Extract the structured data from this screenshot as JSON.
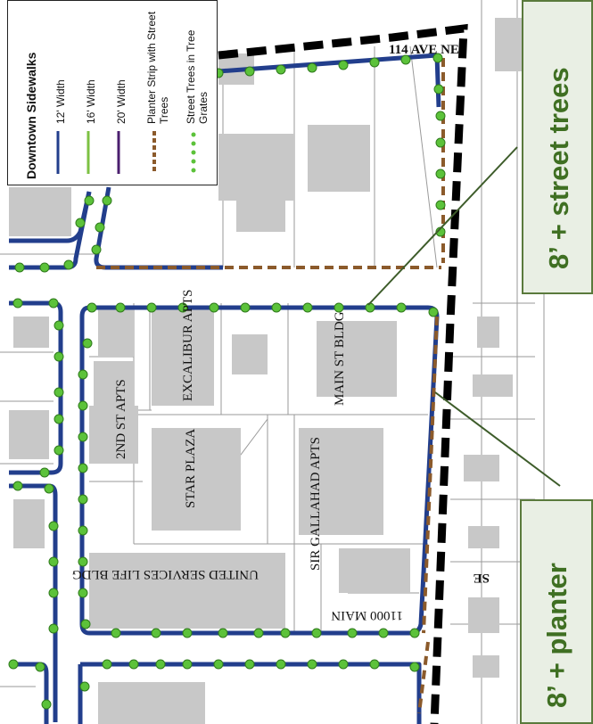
{
  "legend": {
    "title": "Downtown Sidewalks",
    "items": [
      {
        "label": "12' Width",
        "color": "#223e8c",
        "icon": "line-icon"
      },
      {
        "label": "16' Width",
        "color": "#7dc143",
        "icon": "line-icon"
      },
      {
        "label": "20' Width",
        "color": "#4b1f6f",
        "icon": "line-icon"
      },
      {
        "label": "Planter Strip with Street Trees",
        "color": "#8b5a2b",
        "icon": "dashed-line-icon"
      },
      {
        "label": "Street Trees in Tree Grates",
        "color": "#5cc23a",
        "icon": "dotted-line-icon"
      }
    ]
  },
  "map": {
    "street_labels": [
      "114 AVE NE",
      "SE"
    ],
    "buildings": [
      "EXCALIBUR APTS",
      "MAIN ST BLDG",
      "2ND ST APTS",
      "STAR PLAZA",
      "SIR GALLAHAD APTS",
      "UNITED SERVICES LIFE BLDG",
      "11000 MAIN"
    ]
  },
  "callouts": [
    {
      "text": "8’ + street trees"
    },
    {
      "text": "8’ + planter"
    }
  ],
  "colors": {
    "sidewalk_12": "#223e8c",
    "tree": "#5cc23a",
    "planter": "#8b5a2b",
    "building": "#c8c8c8",
    "callout_bg": "#e9efe4",
    "callout_text": "#3f6f22"
  }
}
